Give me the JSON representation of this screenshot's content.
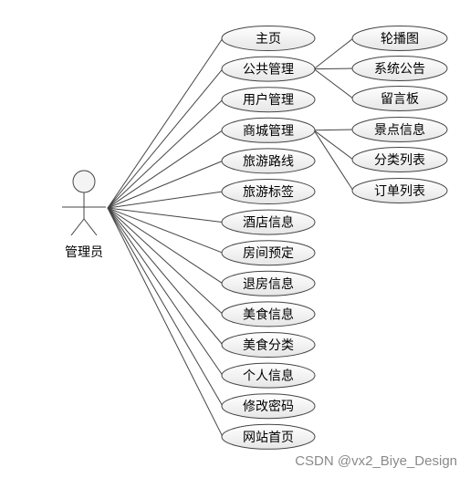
{
  "diagram": {
    "actor": {
      "label": "管理员"
    },
    "use_cases": [
      {
        "id": "uc-home",
        "label": "主页"
      },
      {
        "id": "uc-public",
        "label": "公共管理"
      },
      {
        "id": "uc-user",
        "label": "用户管理"
      },
      {
        "id": "uc-mall",
        "label": "商城管理"
      },
      {
        "id": "uc-route",
        "label": "旅游路线"
      },
      {
        "id": "uc-tag",
        "label": "旅游标签"
      },
      {
        "id": "uc-hotel",
        "label": "酒店信息"
      },
      {
        "id": "uc-booking",
        "label": "房间预定"
      },
      {
        "id": "uc-checkout",
        "label": "退房信息"
      },
      {
        "id": "uc-food",
        "label": "美食信息"
      },
      {
        "id": "uc-food-cat",
        "label": "美食分类"
      },
      {
        "id": "uc-profile",
        "label": "个人信息"
      },
      {
        "id": "uc-password",
        "label": "修改密码"
      },
      {
        "id": "uc-site-home",
        "label": "网站首页"
      }
    ],
    "sub_cases": [
      {
        "parent": "uc-public",
        "label": "轮播图"
      },
      {
        "parent": "uc-public",
        "label": "系统公告"
      },
      {
        "parent": "uc-public",
        "label": "留言板"
      },
      {
        "parent": "uc-mall",
        "label": "景点信息"
      },
      {
        "parent": "uc-mall",
        "label": "分类列表"
      },
      {
        "parent": "uc-mall",
        "label": "订单列表"
      }
    ]
  },
  "watermark": "CSDN @vx2_Biye_Design",
  "colors": {
    "stroke": "#444444",
    "ellipse_fill_top": "#ffffff",
    "ellipse_fill_bottom": "#e6e6e6"
  }
}
